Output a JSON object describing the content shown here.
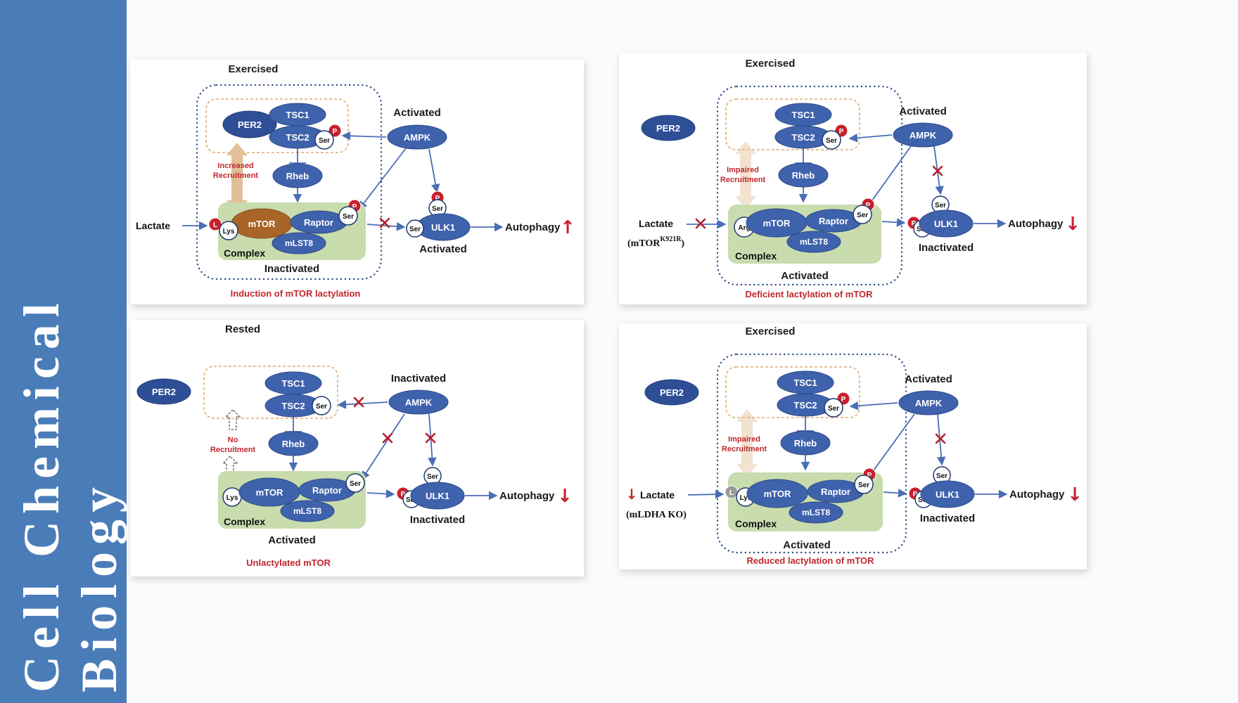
{
  "journal": {
    "line1": "Cell Chemical",
    "line2": "Biology"
  },
  "colors": {
    "sidebar": "#4a7cb8",
    "node_blue": "#3f62ad",
    "per2_blue": "#2e4f96",
    "mtor_brown": "#a96428",
    "complex_green": "#c8dcae",
    "badge_red": "#c8202e",
    "accent_red": "#c0272d",
    "arrow_blue": "#4a6db5",
    "recruit_tan": "#e2bf97"
  },
  "panels": [
    {
      "title": "Exercised",
      "per2": "PER2",
      "tsc1": "TSC1",
      "tsc2": "TSC2",
      "ser": "Ser",
      "p": "P",
      "ampk": "AMPK",
      "ampk_state": "Activated",
      "recruitment_line1": "Increased",
      "recruitment_line2": "Recruitment",
      "rheb": "Rheb",
      "lactate": "Lactate",
      "lactyl": "L",
      "residue": "Lys",
      "mtor": "mTOR",
      "raptor": "Raptor",
      "mlst8": "mLST8",
      "complex_label": "Complex",
      "complex_state": "Inactivated",
      "ulk1": "ULK1",
      "ulk1_state": "Activated",
      "autophagy": "Autophagy",
      "autophagy_arrow": "↑",
      "caption": "Induction of mTOR lactylation"
    },
    {
      "title": "Exercised",
      "per2": "PER2",
      "tsc1": "TSC1",
      "tsc2": "TSC2",
      "ser": "Ser",
      "p": "P",
      "ampk": "AMPK",
      "ampk_state": "Activated",
      "recruitment_line1": "Impaired",
      "recruitment_line2": "Recruitment",
      "rheb": "Rheb",
      "lactate": "Lactate",
      "mutant_pre": "(mTOR",
      "mutant_sup": "K921R",
      "mutant_post": ")",
      "residue": "Arg",
      "mtor": "mTOR",
      "raptor": "Raptor",
      "mlst8": "mLST8",
      "complex_label": "Complex",
      "complex_state": "Activated",
      "ulk1": "ULK1",
      "ulk1_state": "Inactivated",
      "autophagy": "Autophagy",
      "autophagy_arrow": "↓",
      "caption": "Deficient lactylation of mTOR"
    },
    {
      "title": "Rested",
      "per2": "PER2",
      "tsc1": "TSC1",
      "tsc2": "TSC2",
      "ser": "Ser",
      "p": "P",
      "ampk": "AMPK",
      "ampk_state": "Inactivated",
      "recruitment_line1": "No",
      "recruitment_line2": "Recruitment",
      "rheb": "Rheb",
      "residue": "Lys",
      "mtor": "mTOR",
      "raptor": "Raptor",
      "mlst8": "mLST8",
      "complex_label": "Complex",
      "complex_state": "Activated",
      "ulk1": "ULK1",
      "ulk1_state": "Inactivated",
      "autophagy": "Autophagy",
      "autophagy_arrow": "↓",
      "caption": "Unlactylated mTOR"
    },
    {
      "title": "Exercised",
      "per2": "PER2",
      "tsc1": "TSC1",
      "tsc2": "TSC2",
      "ser": "Ser",
      "p": "P",
      "ampk": "AMPK",
      "ampk_state": "Activated",
      "recruitment_line1": "Impaired",
      "recruitment_line2": "Recruitment",
      "rheb": "Rheb",
      "lactate": "Lactate",
      "lactate_arrow": "↓",
      "mutant": "(mLDHA KO)",
      "lactyl": "L",
      "residue": "Lys",
      "mtor": "mTOR",
      "raptor": "Raptor",
      "mlst8": "mLST8",
      "complex_label": "Complex",
      "complex_state": "Activated",
      "ulk1": "ULK1",
      "ulk1_state": "Inactivated",
      "autophagy": "Autophagy",
      "autophagy_arrow": "↓",
      "caption": "Reduced lactylation of mTOR"
    }
  ]
}
